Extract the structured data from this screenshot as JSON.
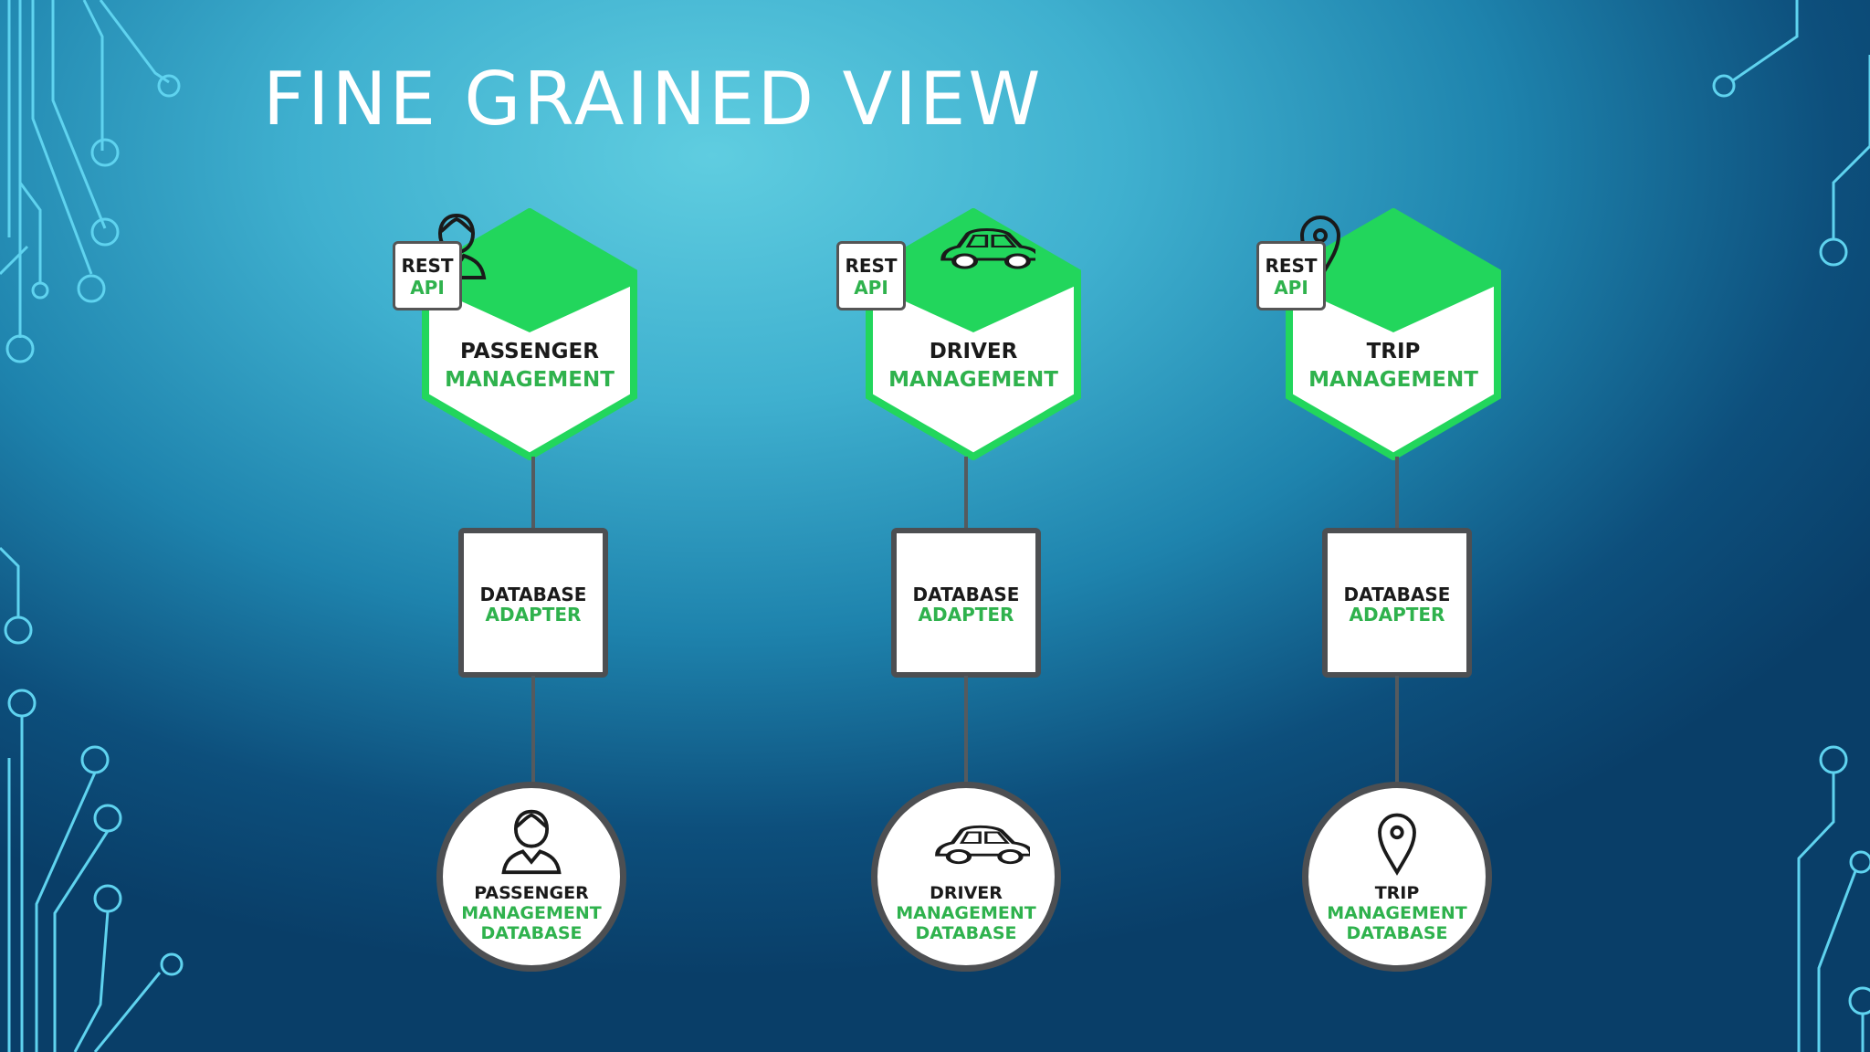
{
  "slide": {
    "title": "FINE GRAINED VIEW"
  },
  "colors": {
    "accent_green": "#2fb24d",
    "hex_green": "#22d65c",
    "border_dark": "#4d4f52"
  },
  "services": [
    {
      "icon": "person-icon",
      "rest_line1": "REST",
      "rest_line2": "API",
      "name": "PASSENGER",
      "role": "MANAGEMENT",
      "adapter_line1": "DATABASE",
      "adapter_line2": "ADAPTER",
      "db_line1": "PASSENGER",
      "db_line2": "MANAGEMENT",
      "db_line3": "DATABASE"
    },
    {
      "icon": "car-icon",
      "rest_line1": "REST",
      "rest_line2": "API",
      "name": "DRIVER",
      "role": "MANAGEMENT",
      "adapter_line1": "DATABASE",
      "adapter_line2": "ADAPTER",
      "db_line1": "DRIVER",
      "db_line2": "MANAGEMENT",
      "db_line3": "DATABASE"
    },
    {
      "icon": "map-pin-icon",
      "rest_line1": "REST",
      "rest_line2": "API",
      "name": "TRIP",
      "role": "MANAGEMENT",
      "adapter_line1": "DATABASE",
      "adapter_line2": "ADAPTER",
      "db_line1": "TRIP",
      "db_line2": "MANAGEMENT",
      "db_line3": "DATABASE"
    }
  ]
}
